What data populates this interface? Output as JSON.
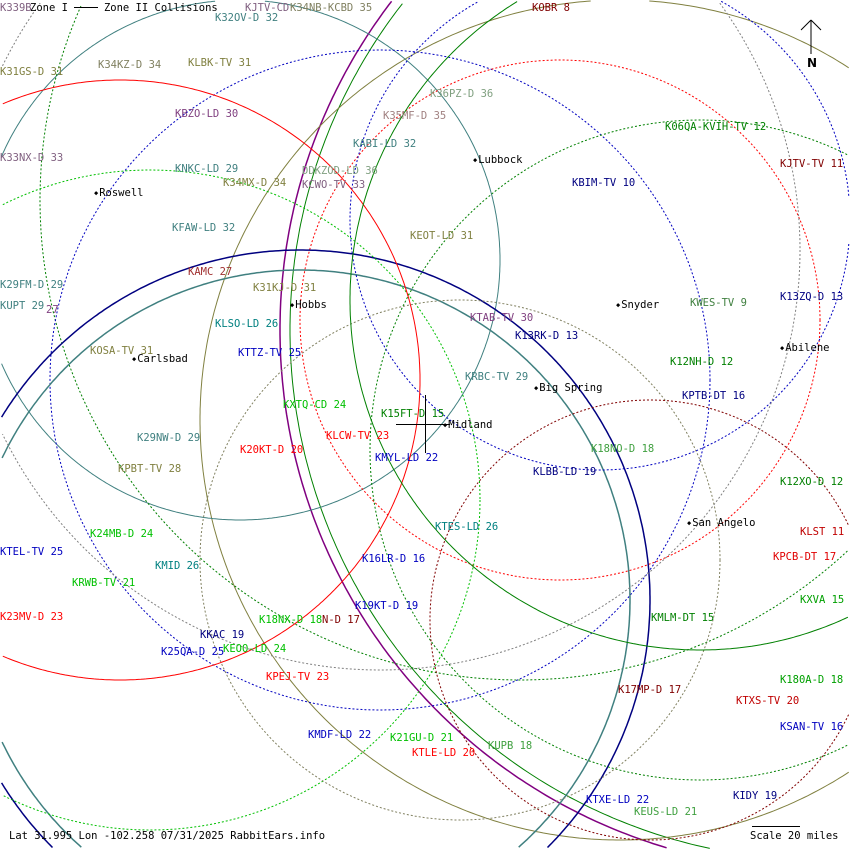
{
  "legend": {
    "zone1": "Zone I",
    "zone2": "Zone II Collisions"
  },
  "north_label": "N",
  "stations": [
    {
      "id": "s0",
      "text": "K339B",
      "color": "#806080"
    },
    {
      "id": "s1",
      "text": "KJTV-CD",
      "color": "#806080"
    },
    {
      "id": "s2",
      "text": "K34NB-KCBD 35",
      "color": "#808060"
    },
    {
      "id": "s3",
      "text": "K32OV-D 32",
      "color": "#408080"
    },
    {
      "id": "s4",
      "text": "KOBR 8",
      "color": "#800000"
    },
    {
      "id": "s5",
      "text": "K31GS-D 31",
      "color": "#808040"
    },
    {
      "id": "s6",
      "text": "K34KZ-D 34",
      "color": "#808060"
    },
    {
      "id": "s7",
      "text": "KLBK-TV 31",
      "color": "#808040"
    },
    {
      "id": "s8",
      "text": "KBZO-LD 30",
      "color": "#804080"
    },
    {
      "id": "s9",
      "text": "K36PZ-D 36",
      "color": "#80a080"
    },
    {
      "id": "s10",
      "text": "K35MF-D 35",
      "color": "#a08080"
    },
    {
      "id": "s11",
      "text": "KABI-LD 32",
      "color": "#408080"
    },
    {
      "id": "s12",
      "text": "K33NX-D 33",
      "color": "#806080"
    },
    {
      "id": "s13",
      "text": "KNKC-LD 29",
      "color": "#408080"
    },
    {
      "id": "s14",
      "text": "DDKZOD-LD 36",
      "color": "#80a080"
    },
    {
      "id": "s15",
      "text": "K34MX-D 34",
      "color": "#808040"
    },
    {
      "id": "s16",
      "text": "KCWO-TV 33",
      "color": "#806080"
    },
    {
      "id": "s17",
      "text": "KBIM-TV 10",
      "color": "#000080"
    },
    {
      "id": "s18",
      "text": "K06QA-KVIH-TV 12",
      "color": "#008000"
    },
    {
      "id": "s19",
      "text": "KJTV-TV 11",
      "color": "#800000"
    },
    {
      "id": "s20",
      "text": "KFAW-LD 32",
      "color": "#408080"
    },
    {
      "id": "s21",
      "text": "KEOT-LD 31",
      "color": "#808040"
    },
    {
      "id": "s22",
      "text": "KAMC 27",
      "color": "#a03030"
    },
    {
      "id": "s23",
      "text": "K29FM-D 29",
      "color": "#408080"
    },
    {
      "id": "s24",
      "text": "KUPT 29",
      "color": "#408080"
    },
    {
      "id": "s25",
      "text": "27",
      "color": "#804080"
    },
    {
      "id": "s26",
      "text": "K31KJ-D 31",
      "color": "#808040"
    },
    {
      "id": "s27",
      "text": "KWES-TV 9",
      "color": "#408040"
    },
    {
      "id": "s28",
      "text": "K13ZQ-D 13",
      "color": "#000080"
    },
    {
      "id": "s29",
      "text": "KTAB-TV 30",
      "color": "#804080"
    },
    {
      "id": "s30",
      "text": "K13RK-D 13",
      "color": "#000080"
    },
    {
      "id": "s31",
      "text": "KLSO-LD 26",
      "color": "#008080"
    },
    {
      "id": "s32",
      "text": "KOSA-TV 31",
      "color": "#808040"
    },
    {
      "id": "s33",
      "text": "KTTZ-TV 25",
      "color": "#0000c0"
    },
    {
      "id": "s34",
      "text": "K12NH-D 12",
      "color": "#008000"
    },
    {
      "id": "s35",
      "text": "KRBC-TV 29",
      "color": "#408080"
    },
    {
      "id": "s36",
      "text": "KPTB-DT 16",
      "color": "#000080"
    },
    {
      "id": "s37",
      "text": "KXTQ-CD 24",
      "color": "#00c000"
    },
    {
      "id": "s38",
      "text": "K15FT-D 15",
      "color": "#008000"
    },
    {
      "id": "s39",
      "text": "KLCW-TV 23",
      "color": "#ff0000"
    },
    {
      "id": "s40",
      "text": "K29NW-D 29",
      "color": "#408080"
    },
    {
      "id": "s41",
      "text": "K20KT-D 20",
      "color": "#ff0000"
    },
    {
      "id": "s42",
      "text": "K18NO-D 18",
      "color": "#40a040"
    },
    {
      "id": "s43",
      "text": "KMYL-LD 22",
      "color": "#0000c0"
    },
    {
      "id": "s44",
      "text": "KPBT-TV 28",
      "color": "#808040"
    },
    {
      "id": "s45",
      "text": "KLBB-LD 19",
      "color": "#000080"
    },
    {
      "id": "s46",
      "text": "K12XO-D 12",
      "color": "#008000"
    },
    {
      "id": "s47",
      "text": "KTES-LD 26",
      "color": "#008080"
    },
    {
      "id": "s48",
      "text": "K24MB-D 24",
      "color": "#00c000"
    },
    {
      "id": "s49",
      "text": "KLST 11",
      "color": "#c00000"
    },
    {
      "id": "s50",
      "text": "KTEL-TV 25",
      "color": "#0000c0"
    },
    {
      "id": "s51",
      "text": "K16LR-D 16",
      "color": "#0000c0"
    },
    {
      "id": "s52",
      "text": "KPCB-DT 17",
      "color": "#e00000"
    },
    {
      "id": "s53",
      "text": "KMID 26",
      "color": "#008080"
    },
    {
      "id": "s54",
      "text": "KRWB-TV 21",
      "color": "#00c000"
    },
    {
      "id": "s55",
      "text": "KXVA 15",
      "color": "#00a000"
    },
    {
      "id": "s56",
      "text": "K19KT-D 19",
      "color": "#0000c0"
    },
    {
      "id": "s57",
      "text": "K23MV-D 23",
      "color": "#ff0000"
    },
    {
      "id": "s58",
      "text": "K18NX-D 18",
      "color": "#00c000"
    },
    {
      "id": "s59",
      "text": "N-D 17",
      "color": "#800000"
    },
    {
      "id": "s60",
      "text": "KMLM-DT 15",
      "color": "#008000"
    },
    {
      "id": "s61",
      "text": "KKAC 19",
      "color": "#000080"
    },
    {
      "id": "s62",
      "text": "K25QA-D 25",
      "color": "#0000c0"
    },
    {
      "id": "s63",
      "text": "KEOO-LD 24",
      "color": "#00c000"
    },
    {
      "id": "s64",
      "text": "KPEJ-TV 23",
      "color": "#ff0000"
    },
    {
      "id": "s65",
      "text": "K180A-D 18",
      "color": "#00a000"
    },
    {
      "id": "s66",
      "text": "K17MP-D 17",
      "color": "#800000"
    },
    {
      "id": "s67",
      "text": "KTXS-TV 20",
      "color": "#c00000"
    },
    {
      "id": "s68",
      "text": "KMDF-LD 22",
      "color": "#0000c0"
    },
    {
      "id": "s69",
      "text": "K21GU-D 21",
      "color": "#00c000"
    },
    {
      "id": "s70",
      "text": "KSAN-TV 16",
      "color": "#0000c0"
    },
    {
      "id": "s71",
      "text": "KUPB 18",
      "color": "#40a040"
    },
    {
      "id": "s72",
      "text": "KTLE-LD 20",
      "color": "#ff0000"
    },
    {
      "id": "s73",
      "text": "KTXE-LD 22",
      "color": "#0000c0"
    },
    {
      "id": "s74",
      "text": "KIDY 19",
      "color": "#000080"
    },
    {
      "id": "s75",
      "text": "KEUS-LD 21",
      "color": "#40a040"
    }
  ],
  "cities": {
    "lubbock": "Lubbock",
    "roswell": "Roswell",
    "hobbs": "Hobbs",
    "snyder": "Snyder",
    "abilene": "Abilene",
    "carlsbad": "Carlsbad",
    "big_spring": "Big Spring",
    "midland": "Midland",
    "san_angelo": "San Angelo"
  },
  "footer": {
    "status": "Lat 31.995 Lon -102.258 07/31/2025 RabbitEars.info",
    "scale": "Scale 20 miles"
  }
}
